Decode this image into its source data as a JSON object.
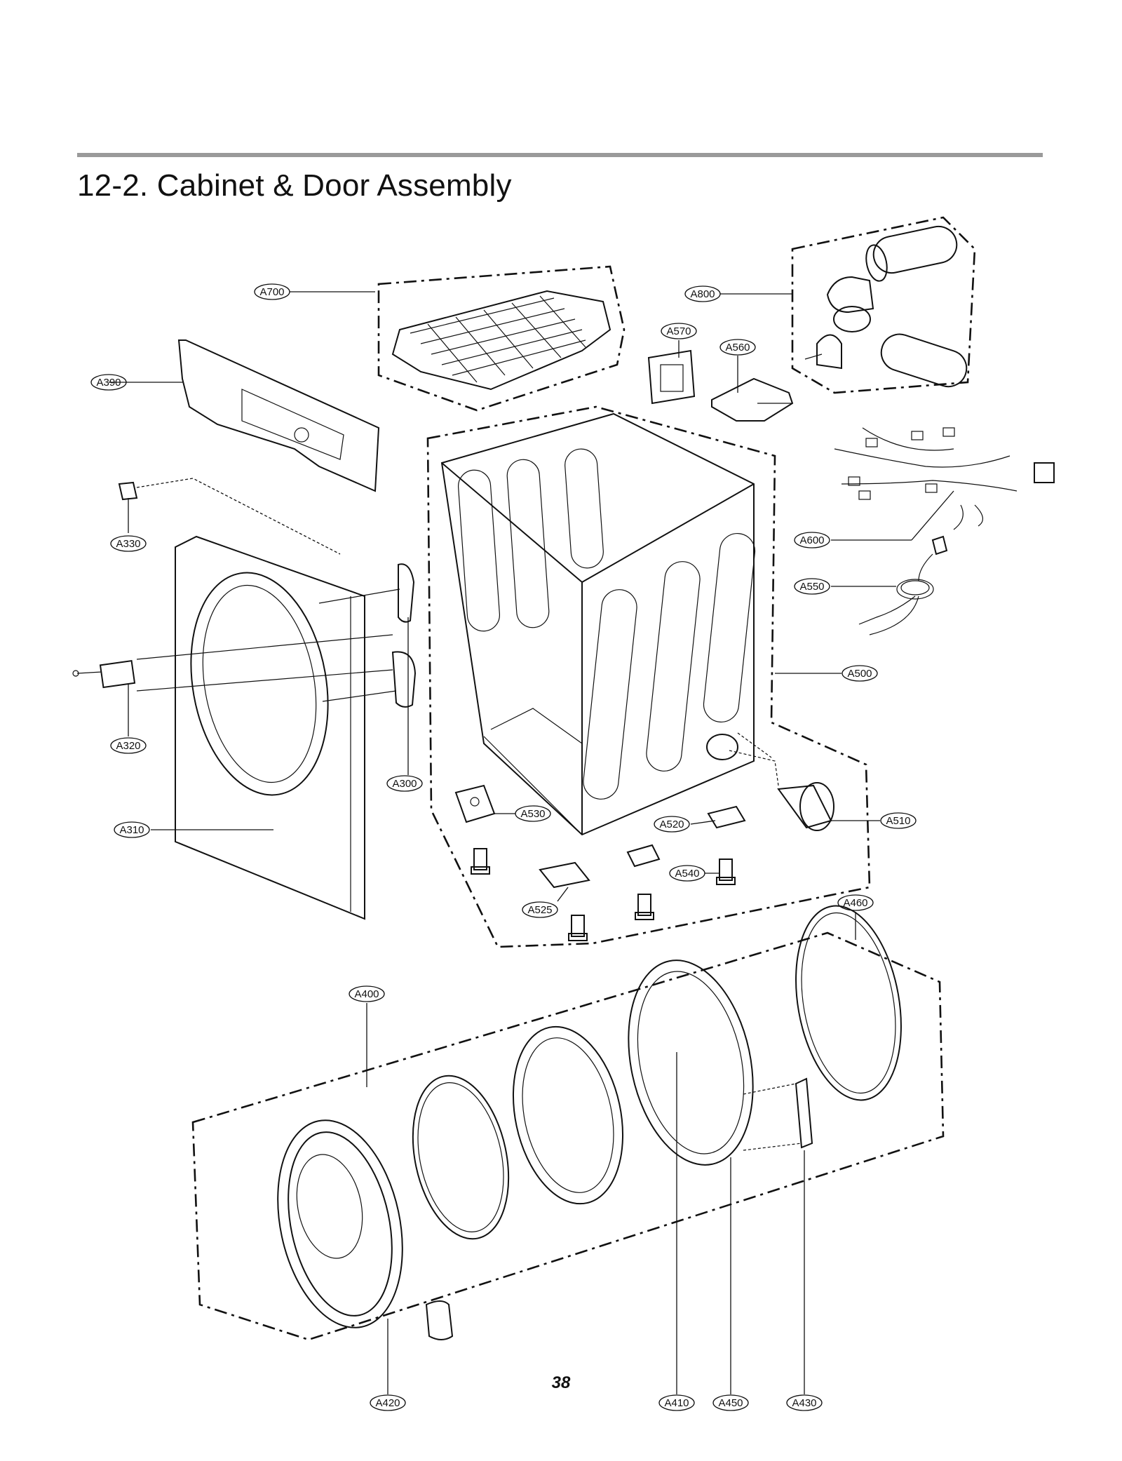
{
  "section_title": "12-2. Cabinet & Door Assembly",
  "page_number": "38",
  "callouts": {
    "A700": "A700",
    "A800": "A800",
    "A570": "A570",
    "A560": "A560",
    "A390": "A390",
    "A330": "A330",
    "A600": "A600",
    "A550": "A550",
    "A500": "A500",
    "A320": "A320",
    "A300": "A300",
    "A310": "A310",
    "A530": "A530",
    "A520": "A520",
    "A510": "A510",
    "A540": "A540",
    "A525": "A525",
    "A460": "A460",
    "A400": "A400",
    "A420": "A420",
    "A410": "A410",
    "A450": "A450",
    "A430": "A430"
  }
}
